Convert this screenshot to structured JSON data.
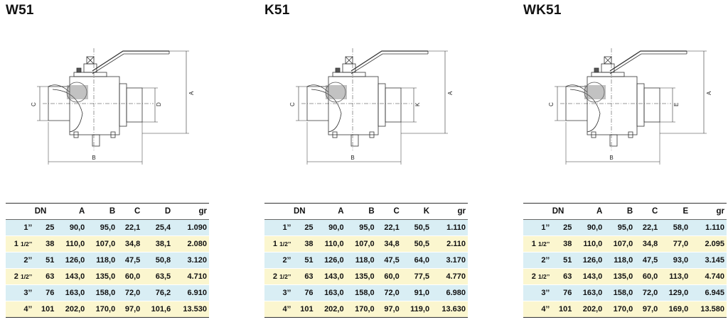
{
  "products": [
    {
      "title": "W51",
      "labels": {
        "height": "A",
        "width": "B",
        "left": "C",
        "right": "D"
      },
      "table": {
        "headers": [
          "DN",
          "A",
          "B",
          "C",
          "D",
          "gr"
        ],
        "rows": [
          {
            "inch": "1’’",
            "frac": "",
            "dn": "25",
            "A": "90,0",
            "B": "95,0",
            "C": "22,1",
            "X": "25,4",
            "gr": "1.090"
          },
          {
            "inch": "1",
            "frac": "1/2’’",
            "dn": "38",
            "A": "110,0",
            "B": "107,0",
            "C": "34,8",
            "X": "38,1",
            "gr": "2.080"
          },
          {
            "inch": "2’’",
            "frac": "",
            "dn": "51",
            "A": "126,0",
            "B": "118,0",
            "C": "47,5",
            "X": "50,8",
            "gr": "3.120"
          },
          {
            "inch": "2",
            "frac": "1/2’’",
            "dn": "63",
            "A": "143,0",
            "B": "135,0",
            "C": "60,0",
            "X": "63,5",
            "gr": "4.710"
          },
          {
            "inch": "3’’",
            "frac": "",
            "dn": "76",
            "A": "163,0",
            "B": "158,0",
            "C": "72,0",
            "X": "76,2",
            "gr": "6.910"
          },
          {
            "inch": "4’’",
            "frac": "",
            "dn": "101",
            "A": "202,0",
            "B": "170,0",
            "C": "97,0",
            "X": "101,6",
            "gr": "13.530"
          }
        ]
      }
    },
    {
      "title": "K51",
      "labels": {
        "height": "A",
        "width": "B",
        "left": "C",
        "right": "K"
      },
      "table": {
        "headers": [
          "DN",
          "A",
          "B",
          "C",
          "K",
          "gr"
        ],
        "rows": [
          {
            "inch": "1’’",
            "frac": "",
            "dn": "25",
            "A": "90,0",
            "B": "95,0",
            "C": "22,1",
            "X": "50,5",
            "gr": "1.110"
          },
          {
            "inch": "1",
            "frac": "1/2’’",
            "dn": "38",
            "A": "110,0",
            "B": "107,0",
            "C": "34,8",
            "X": "50,5",
            "gr": "2.110"
          },
          {
            "inch": "2’’",
            "frac": "",
            "dn": "51",
            "A": "126,0",
            "B": "118,0",
            "C": "47,5",
            "X": "64,0",
            "gr": "3.170"
          },
          {
            "inch": "2",
            "frac": "1/2’’",
            "dn": "63",
            "A": "143,0",
            "B": "135,0",
            "C": "60,0",
            "X": "77,5",
            "gr": "4.770"
          },
          {
            "inch": "3’’",
            "frac": "",
            "dn": "76",
            "A": "163,0",
            "B": "158,0",
            "C": "72,0",
            "X": "91,0",
            "gr": "6.980"
          },
          {
            "inch": "4’’",
            "frac": "",
            "dn": "101",
            "A": "202,0",
            "B": "170,0",
            "C": "97,0",
            "X": "119,0",
            "gr": "13.630"
          }
        ]
      }
    },
    {
      "title": "WK51",
      "labels": {
        "height": "A",
        "width": "B",
        "left": "C",
        "right": "E"
      },
      "table": {
        "headers": [
          "DN",
          "A",
          "B",
          "C",
          "E",
          "gr"
        ],
        "rows": [
          {
            "inch": "1’’",
            "frac": "",
            "dn": "25",
            "A": "90,0",
            "B": "95,0",
            "C": "22,1",
            "X": "58,0",
            "gr": "1.110"
          },
          {
            "inch": "1",
            "frac": "1/2’’",
            "dn": "38",
            "A": "110,0",
            "B": "107,0",
            "C": "34,8",
            "X": "77,0",
            "gr": "2.095"
          },
          {
            "inch": "2’’",
            "frac": "",
            "dn": "51",
            "A": "126,0",
            "B": "118,0",
            "C": "47,5",
            "X": "93,0",
            "gr": "3.145"
          },
          {
            "inch": "2",
            "frac": "1/2’’",
            "dn": "63",
            "A": "143,0",
            "B": "135,0",
            "C": "60,0",
            "X": "113,0",
            "gr": "4.740"
          },
          {
            "inch": "3’’",
            "frac": "",
            "dn": "76",
            "A": "163,0",
            "B": "158,0",
            "C": "72,0",
            "X": "129,0",
            "gr": "6.945"
          },
          {
            "inch": "4’’",
            "frac": "",
            "dn": "101",
            "A": "202,0",
            "B": "170,0",
            "C": "97,0",
            "X": "169,0",
            "gr": "13.580"
          }
        ]
      }
    }
  ],
  "colors": {
    "row_blue": "#d9eef4",
    "row_yellow": "#fbf6cf",
    "line": "#333333"
  }
}
